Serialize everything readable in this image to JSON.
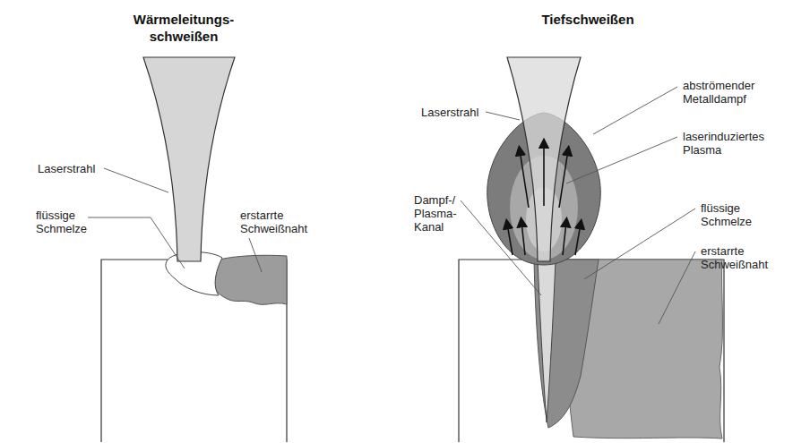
{
  "diagram": {
    "labels": [
      "Wärmeleitungs- schweißen",
      "Tiefschweißen",
      "Laserstrahl",
      "flüssige Schmelze",
      "erstarrte Schweißnaht",
      "Laserstrahl",
      "abströmender Metalldampf",
      "laserinduziertes Plasma",
      "Dampf-/ Plasma- Kanal",
      "flüssige Schmelze",
      "erstarrte Schweißnaht"
    ]
  }
}
